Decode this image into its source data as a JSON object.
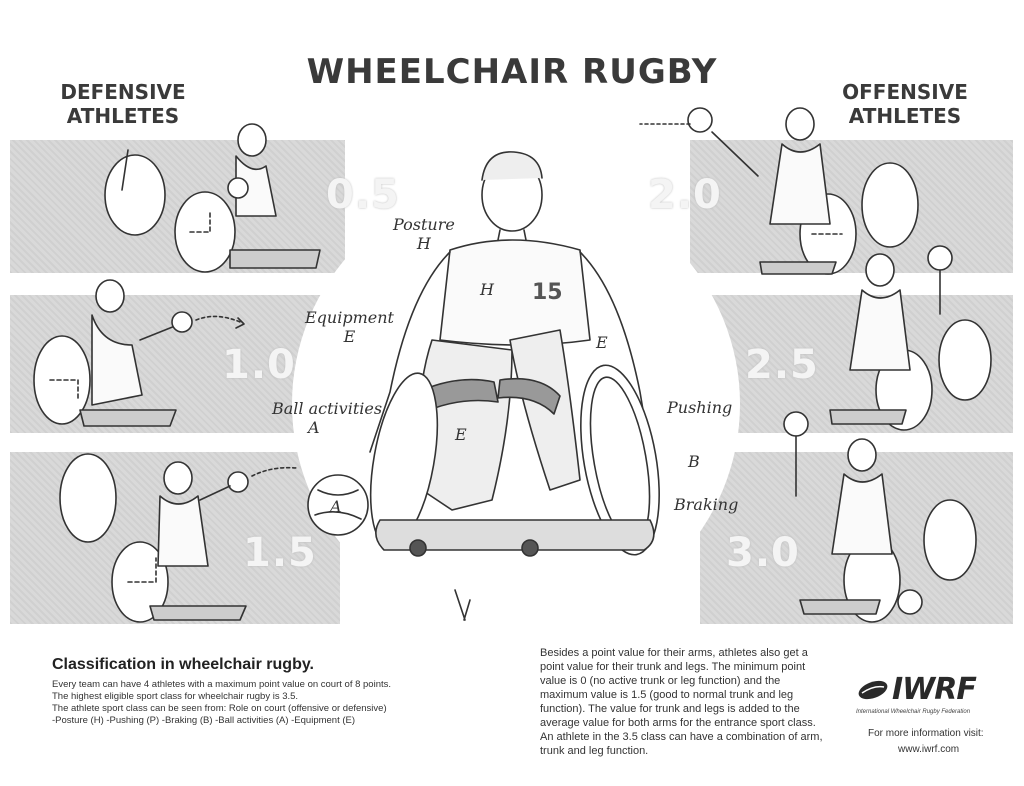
{
  "title": "WHEELCHAIR RUGBY",
  "defensive_heading": [
    "DEFENSIVE",
    "ATHLETES"
  ],
  "offensive_heading": [
    "OFFENSIVE",
    "ATHLETES"
  ],
  "classes": {
    "left": [
      "0.5",
      "1.0",
      "1.5"
    ],
    "right": [
      "2.0",
      "2.5",
      "3.0"
    ]
  },
  "figure_labels": {
    "posture": "Posture",
    "posture_code": "H",
    "equipment": "Equipment",
    "equipment_code": "E",
    "ball_activities": "Ball activities",
    "ball_code": "A",
    "pushing": "Pushing",
    "braking_code": "B",
    "braking": "Braking",
    "jersey_number": "15"
  },
  "footer": {
    "heading": "Classification in wheelchair rugby.",
    "left_lines": [
      "Every team can have 4 athletes with a maximum point value on court of 8 points.",
      "The highest eligible sport class for wheelchair rugby is 3.5.",
      "The athlete sport class can be seen from: Role on court (offensive or defensive)",
      "-Posture (H)  -Pushing (P) -Braking (B) -Ball activities (A) -Equipment (E)"
    ],
    "right_text": "Besides a point value for their arms, athletes also get a point value for their trunk and legs. The minimum point value is 0 (no active trunk or leg function) and the maximum value is 1.5 (good to normal trunk and leg function). The value for trunk and legs is added to the average value for both arms for the entrance sport class. An athlete in the 3.5 class can have a combination of arm, trunk and leg function.",
    "logo_text": "IWRF",
    "logo_sub": "International Wheelchair Rugby Federation",
    "more_info": "For more information visit:",
    "url": "www.iwrf.com"
  }
}
